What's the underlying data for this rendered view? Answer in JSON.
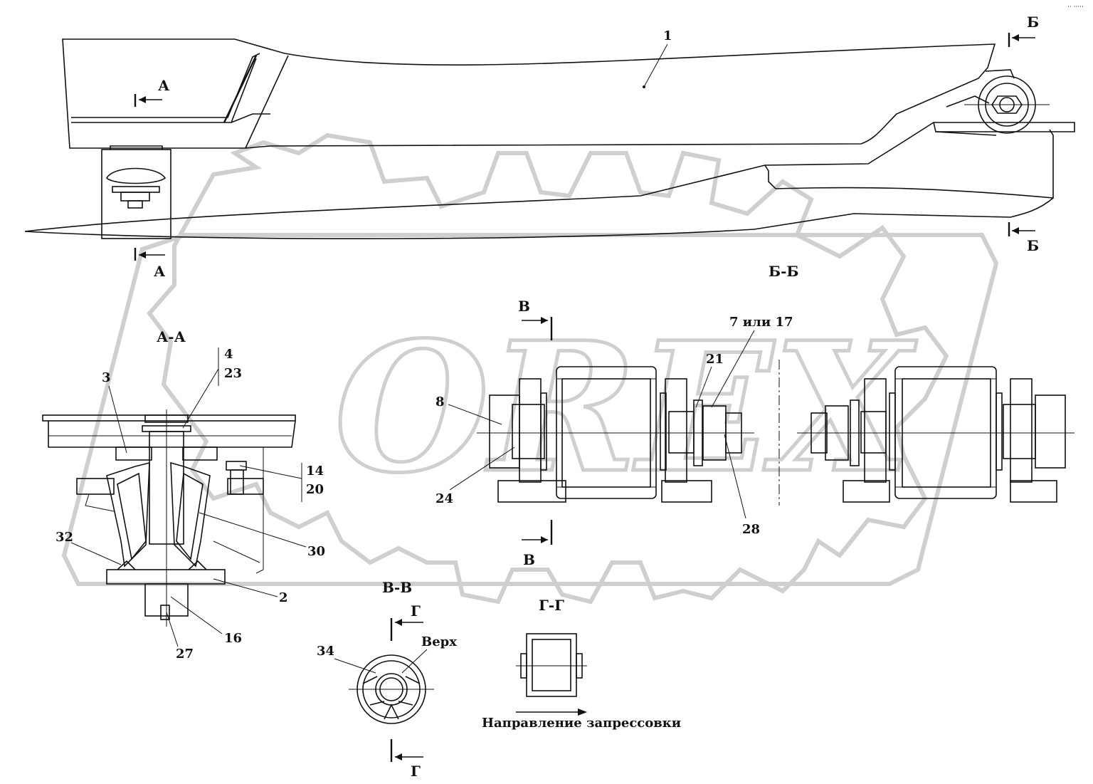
{
  "drawing": {
    "watermark": "OREX",
    "colors": {
      "line": "#111111",
      "watermark": "#cfcfcf",
      "background": "#ffffff"
    },
    "corner_mark": "·· ·····",
    "section_markers": {
      "a_top": "А",
      "a_bottom": "А",
      "b_top": "Б",
      "b_bottom": "Б",
      "v_top": "В",
      "v_bottom": "В",
      "g_top": "Г",
      "g_bottom": "Г"
    },
    "section_titles": {
      "aa": "А-А",
      "bb": "Б-Б",
      "vv": "В-В",
      "gg": "Г-Г"
    },
    "callouts": {
      "p1": "1",
      "p2": "2",
      "p3": "3",
      "p4": "4",
      "p23": "23",
      "p14": "14",
      "p20": "20",
      "p30": "30",
      "p32": "32",
      "p16": "16",
      "p27": "27",
      "p8": "8",
      "p24": "24",
      "p21": "21",
      "p7or17": "7 или 17",
      "p28": "28",
      "p34": "34",
      "verkh": "Верх"
    },
    "press_direction": "Направление запрессовки"
  }
}
